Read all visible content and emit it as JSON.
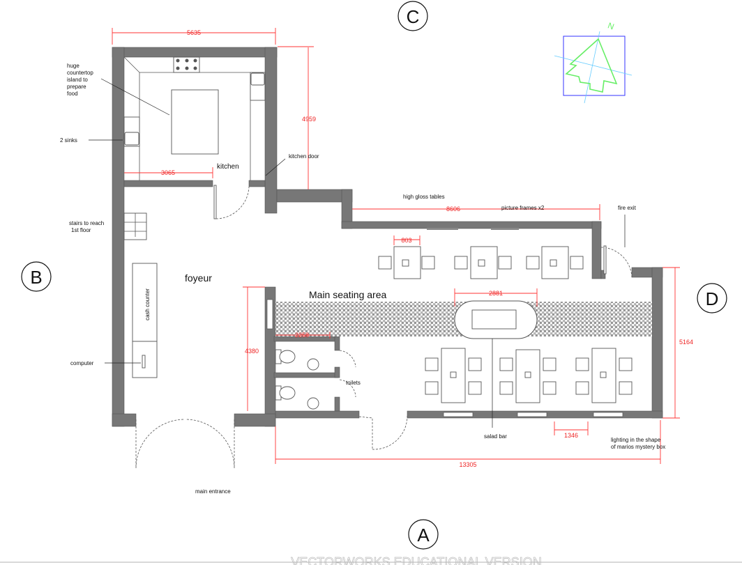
{
  "elevations": {
    "a": "A",
    "b": "B",
    "c": "C",
    "d": "D"
  },
  "dimensions": {
    "kitchen_width": "5635",
    "kitchen_depth": "4959",
    "kitchen_counter": "3065",
    "seating_length": "8606",
    "table_width": "803",
    "salad_bar_width": "2881",
    "toilets_width": "2258",
    "foyer_side": "4380",
    "east_depth": "5164",
    "window_spacing": "1346",
    "total_length": "13305"
  },
  "labels": {
    "island": [
      "huge",
      "countertop",
      "island to",
      "prepare",
      "food"
    ],
    "sinks": "2 sinks",
    "kitchen": "kitchen",
    "kitchen_door": "kitchen door",
    "stairs": [
      "stairs to reach",
      "1st floor"
    ],
    "foyer": "foyeur",
    "cash_counter": "cash counter",
    "computer": "computer",
    "main_seating": "Main seating area",
    "high_gloss": "high gloss tables",
    "picture_frames": "picture frames x2",
    "fire_exit": "fire exit",
    "toilets": "toilets",
    "salad_bar": "salad bar",
    "lighting": [
      "lighting in the shape",
      "of marios mystery box"
    ],
    "main_entrance": "main entrance",
    "north": "N"
  },
  "watermark": "VECTORWORKS EDUCATIONAL VERSION",
  "colors": {
    "wall": "#777777",
    "dimension": "#ff3333",
    "north_arrow": "#66ee66",
    "north_box": "#3333ff"
  }
}
